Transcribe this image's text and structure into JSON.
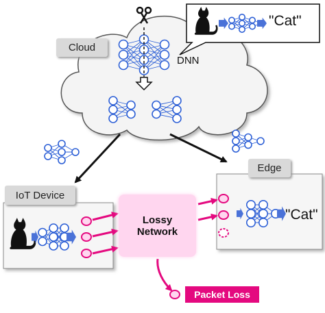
{
  "cloud": {
    "label": "Cloud",
    "model_label": "DNN"
  },
  "callout": {
    "output": "\"Cat\""
  },
  "iot": {
    "label": "IoT Device"
  },
  "edge": {
    "label": "Edge",
    "output": "\"Cat\""
  },
  "network": {
    "line1": "Lossy",
    "line2": "Network"
  },
  "loss": {
    "label": "Packet Loss"
  },
  "colors": {
    "node": "#2c5fd6",
    "arrow": "#4a72d8",
    "pink": "#e4097f",
    "pink_fill": "#ffd6ef",
    "tag_bg": "#d9d9d9"
  },
  "icons": [
    "scissors-icon",
    "cat-icon",
    "neural-net-icon",
    "down-arrow-icon"
  ]
}
